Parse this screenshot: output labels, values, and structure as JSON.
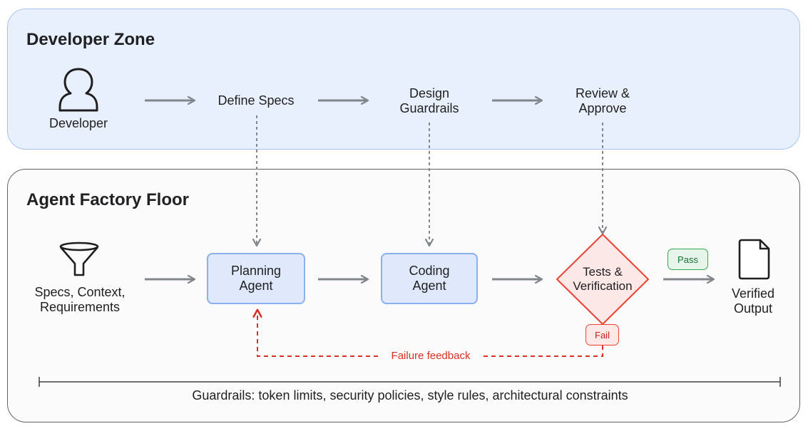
{
  "developer_zone": {
    "title": "Developer Zone",
    "developer_label": "Developer",
    "steps": [
      "Define Specs",
      "Design\nGuardrails",
      "Review &\nApprove"
    ]
  },
  "factory_floor": {
    "title": "Agent Factory Floor",
    "input_label": "Specs, Context,\nRequirements",
    "planning_agent": "Planning\nAgent",
    "coding_agent": "Coding\nAgent",
    "tests": "Tests &\nVerification",
    "pass_label": "Pass",
    "fail_label": "Fail",
    "failure_feedback": "Failure feedback",
    "output_label": "Verified\nOutput",
    "guardrails": "Guardrails: token limits, security policies, style rules, architectural constraints"
  },
  "icons": {
    "developer": "person-icon",
    "input": "funnel-icon",
    "output": "document-icon"
  },
  "colors": {
    "dev_zone_bg": "#e9f0fd",
    "agent_box_bg": "#dfe9fb",
    "agent_box_border": "#8ab0ee",
    "tests_bg": "#fce8e6",
    "tests_border": "#ea4335",
    "pass": "#34a853",
    "fail": "#ea4335",
    "arrow": "#80868b"
  }
}
